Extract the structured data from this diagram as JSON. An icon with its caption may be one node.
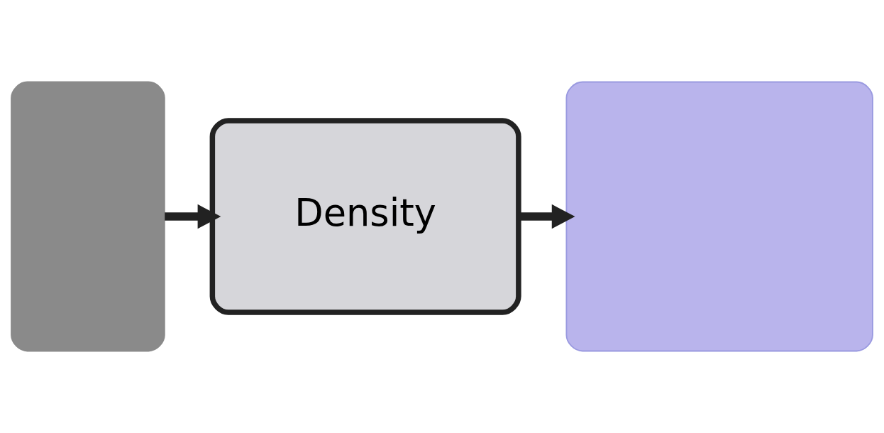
{
  "diagram": {
    "nodes": [
      {
        "text": [],
        "shape": "person"
      },
      {
        "text": [
          "Density"
        ]
      },
      {
        "text": [],
        "shape": "person"
      }
    ],
    "edges": [
      {
        "from": 0,
        "to": 1,
        "arrow": "to"
      },
      {
        "from": 1,
        "to": 2,
        "arrow": "to"
      }
    ]
  }
}
